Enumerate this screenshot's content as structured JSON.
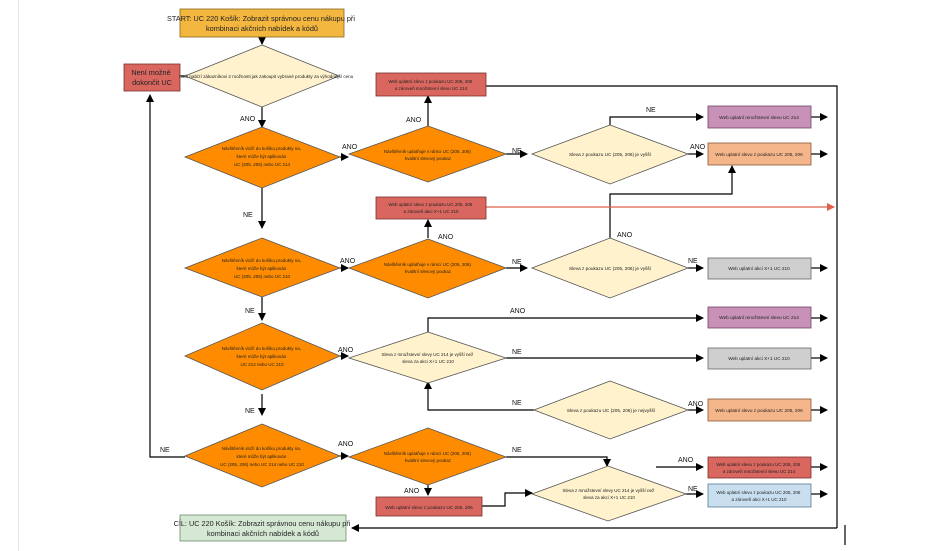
{
  "nodes": {
    "start": [
      "START: UC 220 Košík: Zobrazit správnou cenu nákupu při",
      "kombinaci akčních nabídek a kódů"
    ],
    "end": [
      "CÍL: UC 220 Košík: Zobrazit správnou cenu nákupu při",
      "kombinaci akčních nabídek a kódů"
    ],
    "not_possible": [
      "Není možné",
      "dokončit UC"
    ],
    "d_web_cannot": [
      "Web nabízí zákazníkovi 2 možnosti jak zakoupit vybrané produkty za výhodnější cenu"
    ],
    "d_cart1": [
      "Návštěvník vloží do košíku produkty na,",
      "které může být aplikován",
      "UC (205, 206) nebo UC 214"
    ],
    "d_cart2": [
      "Návštěvník vloží do košíku produkty na,",
      "které může být aplikován",
      "UC (205, 206) nebo UC 210"
    ],
    "d_cart3": [
      "Návštěvník vloží do košíku produkty na,",
      "které může být aplikován",
      "UC 214 nebo UC 210"
    ],
    "d_cart4": [
      "Návštěvník vloží do košíku produkty na,",
      "které může být aplikován",
      "UC (205, 206) nebo UC 214 nebo UC 210"
    ],
    "d_apply1": [
      "Návštěvník uplatňuje v rámci UC (205, 206)",
      "kvalitní slevový poukaz"
    ],
    "d_apply2": [
      "Návštěvník uplatňuje v rámci UC (205, 206)",
      "kvalitní slevový poukaz"
    ],
    "d_apply4": [
      "Návštěvník uplatňuje v rámci UC (205, 206)",
      "kvalitní slevový poukaz"
    ],
    "d_cmp1": [
      "Sleva z poukazu UC (205, 206) je vyšší"
    ],
    "d_cmp2": [
      "Sleva z poukazu UC (205, 206) je vyšší"
    ],
    "d_cmp3": [
      "Sleva z množstevní slevy UC 214 je vyšší než",
      "sleva za akci X+1 UC 210"
    ],
    "d_cmp3b": [
      "Sleva z poukazu UC (205, 206) je nejvyšší"
    ],
    "d_cmp4": [
      "Sleva z množstevní slevy UC 214 je vyšší než",
      "sleva za akci X+1 UC 210"
    ],
    "b_top_red": [
      "Web uplatní slevu z poukazu UC 205, 206",
      "a zároveň množstevní slevu UC 214"
    ],
    "b_pink1": [
      "Web uplatní množstevní slevu UC 214"
    ],
    "b_peach1": [
      "Web uplatní slevu z poukazu UC 205, 206"
    ],
    "b_red_mid": [
      "Web uplatní slevu z poukazu UC 205, 206",
      "a zároveň akci X+1 UC 210"
    ],
    "b_gray1": [
      "Web uplatní akci X+1 UC 210"
    ],
    "b_pink2": [
      "Web uplatní množstevní slevu UC 214"
    ],
    "b_gray2": [
      "Web uplatní akci X+1 UC 210"
    ],
    "b_peach2": [
      "Web uplatní slevu z poukazu UC 205, 206"
    ],
    "b_red_r4": [
      "Web uplatní slevu z poukazu UC 205, 206",
      "a zároveň množstevní slevu UC 214"
    ],
    "b_blue": [
      "Web uplatní slevu z poukazu UC 205, 206",
      "a zároveň akci X+1 UC 210"
    ],
    "b_red_bottom": [
      "Web uplatní slevu z poukazu UC 205, 206"
    ]
  },
  "labels": {
    "yes": "ANO",
    "no": "NE"
  },
  "colors": {
    "start_fill": "#f3b63f",
    "end_fill": "#d5e8d4",
    "orange": "#ff8c00",
    "cream": "#fff2cc",
    "red_box": "#d9675f",
    "pink_box": "#c791b8",
    "peach_box": "#f5b58a",
    "gray_box": "#cfcfcf",
    "blue_box": "#c9dff0"
  }
}
